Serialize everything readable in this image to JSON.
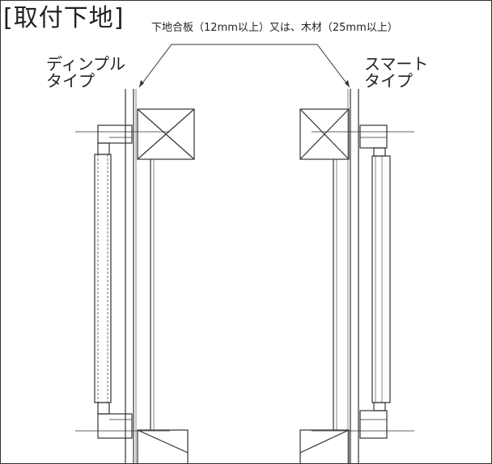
{
  "title": "[取付下地]",
  "callout": "下地合板（12mm以上）又は、木材（25mm以上）",
  "left_type": {
    "line1": "ディンプル",
    "line2": "タイプ"
  },
  "right_type": {
    "line1": "スマート",
    "line2": "タイプ"
  },
  "colors": {
    "line": "#333333",
    "background": "#ffffff"
  }
}
